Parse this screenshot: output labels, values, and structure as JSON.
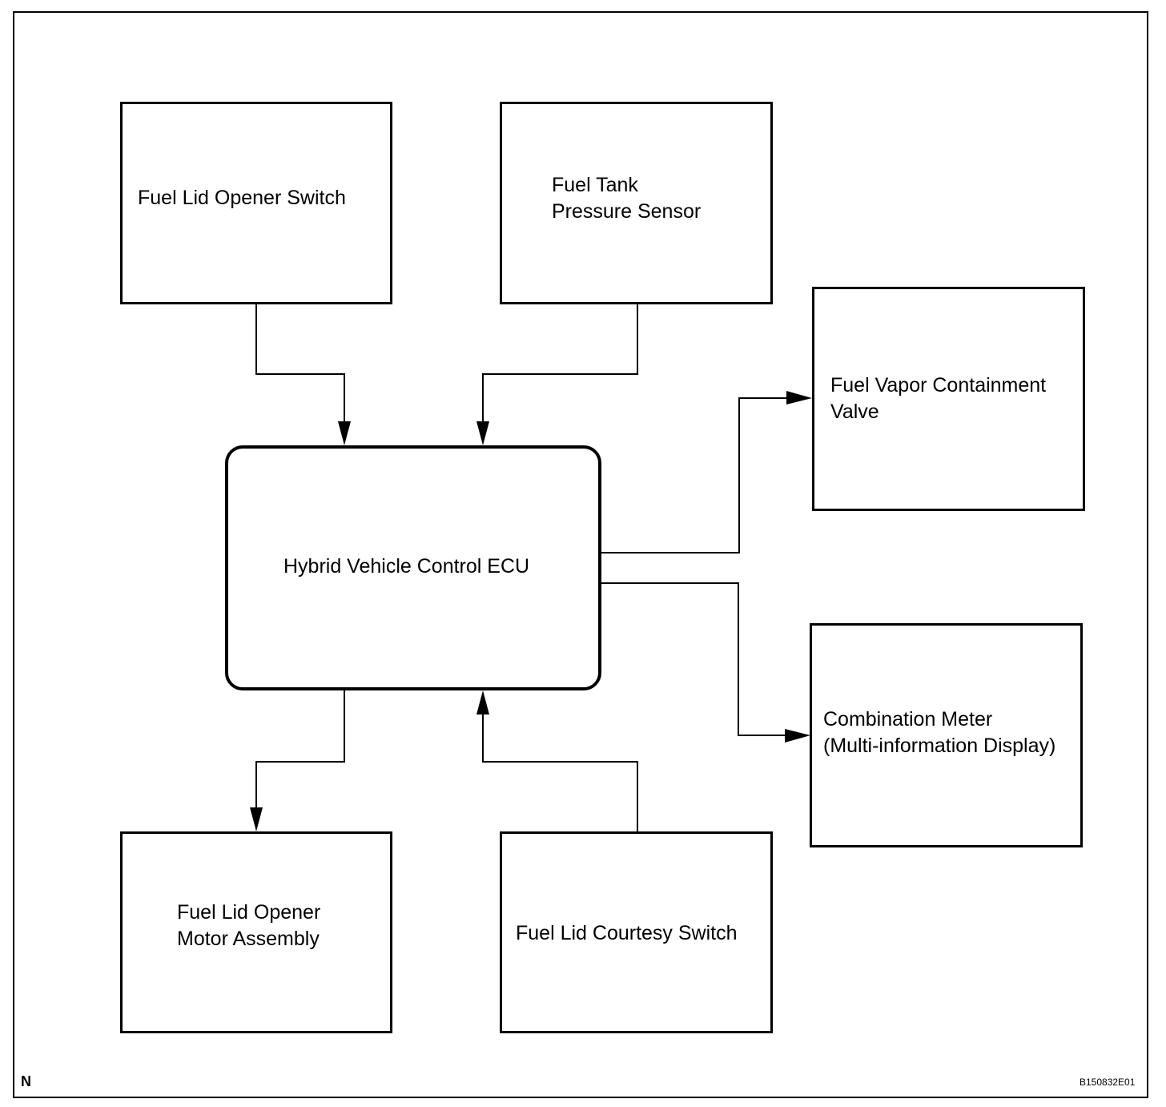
{
  "diagram": {
    "nodes": {
      "fuel_lid_opener_switch": "Fuel Lid Opener Switch",
      "fuel_tank_pressure_sensor": [
        "Fuel Tank",
        "Pressure Sensor"
      ],
      "fuel_vapor_containment_valve": [
        "Fuel Vapor Containment",
        "Valve"
      ],
      "hybrid_vehicle_control_ecu": "Hybrid Vehicle Control ECU",
      "combination_meter": [
        "Combination Meter",
        "(Multi-information Display)"
      ],
      "fuel_lid_opener_motor": [
        "Fuel Lid Opener",
        "Motor Assembly"
      ],
      "fuel_lid_courtesy_switch": "Fuel Lid Courtesy Switch"
    },
    "edges": [
      {
        "from": "Fuel Lid Opener Switch",
        "to": "Hybrid Vehicle Control ECU"
      },
      {
        "from": "Fuel Tank Pressure Sensor",
        "to": "Hybrid Vehicle Control ECU"
      },
      {
        "from": "Hybrid Vehicle Control ECU",
        "to": "Fuel Vapor Containment Valve"
      },
      {
        "from": "Hybrid Vehicle Control ECU",
        "to": "Combination Meter (Multi-information Display)"
      },
      {
        "from": "Hybrid Vehicle Control ECU",
        "to": "Fuel Lid Opener Motor Assembly"
      },
      {
        "from": "Fuel Lid Courtesy Switch",
        "to": "Hybrid Vehicle Control ECU"
      }
    ],
    "corner_mark": "N",
    "figure_code": "B150832E01"
  }
}
